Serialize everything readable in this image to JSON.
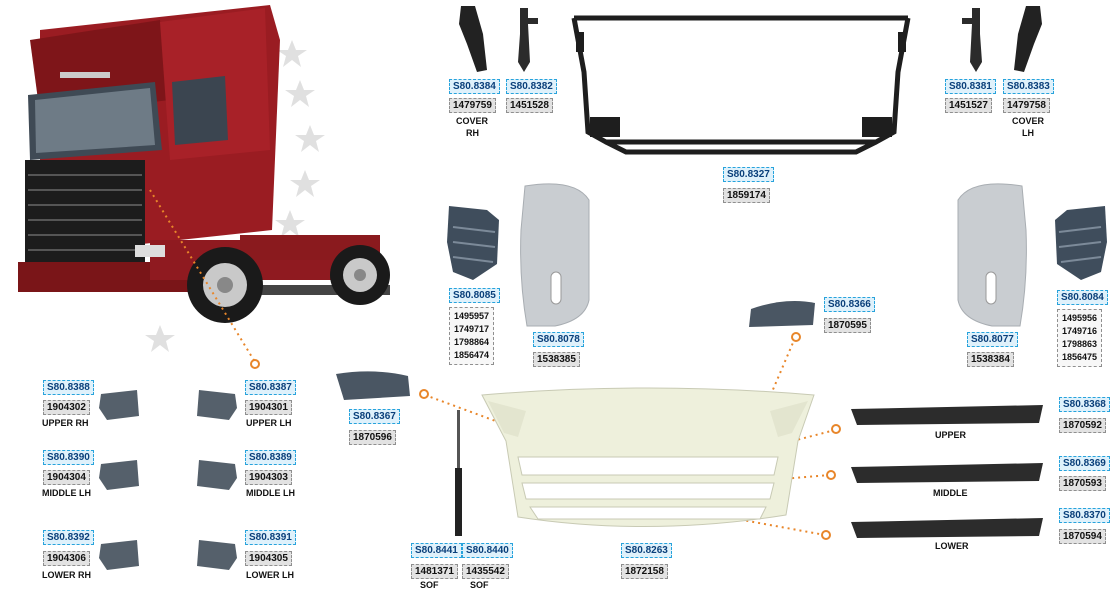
{
  "colors": {
    "code_bg": "#dff1fb",
    "code_border": "#27a3dc",
    "code_text": "#0a3f7a",
    "pn_bg": "#e2e2e2",
    "leader": "#e8862a",
    "truck": "#8e1a1f"
  },
  "parts": {
    "cover_rh": {
      "code": "S80.8384",
      "pn": "1479759",
      "label1": "COVER",
      "label2": "RH"
    },
    "bracket_rh": {
      "code": "S80.8382",
      "pn": "1451528"
    },
    "frame": {
      "code": "S80.8327",
      "pn": "1859174"
    },
    "bracket_lh": {
      "code": "S80.8381",
      "pn": "1451527"
    },
    "cover_lh": {
      "code": "S80.8383",
      "pn": "1479758",
      "label1": "COVER",
      "label2": "LH"
    },
    "side_rh": {
      "code": "S80.8085",
      "pns": [
        "1495957",
        "1749717",
        "1798864",
        "1856474"
      ]
    },
    "corner_rh": {
      "code": "S80.8078",
      "pn": "1538385"
    },
    "flap_rh": {
      "code": "S80.8366",
      "pn": "1870595"
    },
    "corner_lh": {
      "code": "S80.8077",
      "pn": "1538384"
    },
    "side_lh": {
      "code": "S80.8084",
      "pns": [
        "1495956",
        "1749716",
        "1798863",
        "1856475"
      ]
    },
    "flap_lh": {
      "code": "S80.8367",
      "pn": "1870596"
    },
    "upper_rh": {
      "code": "S80.8388",
      "pn": "1904302",
      "label": "UPPER  RH"
    },
    "upper_lh": {
      "code": "S80.8387",
      "pn": "1904301",
      "label": "UPPER  LH"
    },
    "middle_lh_l": {
      "code": "S80.8390",
      "pn": "1904304",
      "label": "MIDDLE LH"
    },
    "middle_lh_r": {
      "code": "S80.8389",
      "pn": "1904303",
      "label": "MIDDLE LH"
    },
    "lower_rh": {
      "code": "S80.8392",
      "pn": "1904306",
      "label": "LOWER RH"
    },
    "lower_lh": {
      "code": "S80.8391",
      "pn": "1904305",
      "label": "LOWER LH"
    },
    "strut_a": {
      "code": "S80.8441",
      "pn": "1481371",
      "label": "SOF"
    },
    "strut_b": {
      "code": "S80.8440",
      "pn": "1435542",
      "label": "SOF"
    },
    "grille": {
      "code": "S80.8263",
      "pn": "1872158"
    },
    "bar_upper": {
      "code": "S80.8368",
      "pn": "1870592",
      "label": "UPPER"
    },
    "bar_middle": {
      "code": "S80.8369",
      "pn": "1870593",
      "label": "MIDDLE"
    },
    "bar_lower": {
      "code": "S80.8370",
      "pn": "1870594",
      "label": "LOWER"
    }
  }
}
